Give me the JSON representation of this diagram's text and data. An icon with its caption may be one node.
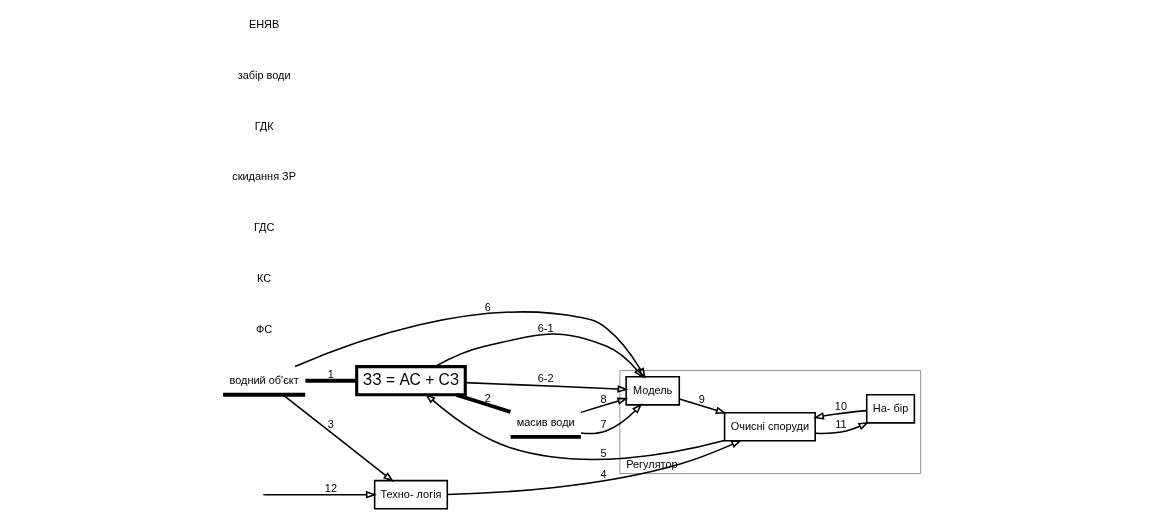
{
  "diagram": {
    "nodes": [
      {
        "text": [
          "Регулятор"
        ]
      },
      {
        "text": [
          "Техно- логія"
        ]
      },
      {
        "text": [
          "Очисні споруди"
        ],
        "in": 0
      },
      {
        "text": [
          "ЗЗ = АС + СЗ"
        ]
      },
      {
        "text": [
          "На- бір"
        ],
        "in": 0
      },
      {
        "text": [
          "Модель"
        ],
        "in": 0
      },
      {
        "text": [
          "водний об'єкт"
        ]
      },
      {
        "text": [
          "масив води"
        ]
      }
    ],
    "edges": [
      {
        "from": 6,
        "to": 3,
        "arrow": "none",
        "label": "1",
        "style": "thick"
      },
      {
        "from": 3,
        "to": 7,
        "arrow": "none",
        "label": "2",
        "style": "thick"
      },
      {
        "from": 6,
        "to": 1,
        "arrow": "to",
        "label": "3"
      },
      {
        "from": 1,
        "to": 2,
        "arrow": "to",
        "label": "4"
      },
      {
        "from": 2,
        "to": 3,
        "arrow": "to",
        "label": "5"
      },
      {
        "from": 6,
        "to": 5,
        "arrow": "to",
        "label": "6"
      },
      {
        "from": 3,
        "to": 5,
        "arrow": "to",
        "label": "6-1"
      },
      {
        "from": 3,
        "to": 5,
        "arrow": "to",
        "label": "6-2"
      },
      {
        "from": 7,
        "to": 5,
        "arrow": "to",
        "label": "7"
      },
      {
        "from": 7,
        "to": 5,
        "arrow": "to",
        "label": "8"
      },
      {
        "from": 5,
        "to": 2,
        "arrow": "to",
        "label": "9"
      },
      {
        "from": 4,
        "to": 2,
        "arrow": "to",
        "label": "10"
      },
      {
        "from": 2,
        "to": 4,
        "arrow": "to",
        "label": "11"
      },
      {
        "from": null,
        "to": 1,
        "arrow": "to",
        "label": "12"
      }
    ],
    "labels": [
      "ФС",
      "КС",
      "ГДС",
      "скидання ЗР",
      "ГДК",
      "забір води",
      "ЕНЯВ"
    ]
  }
}
